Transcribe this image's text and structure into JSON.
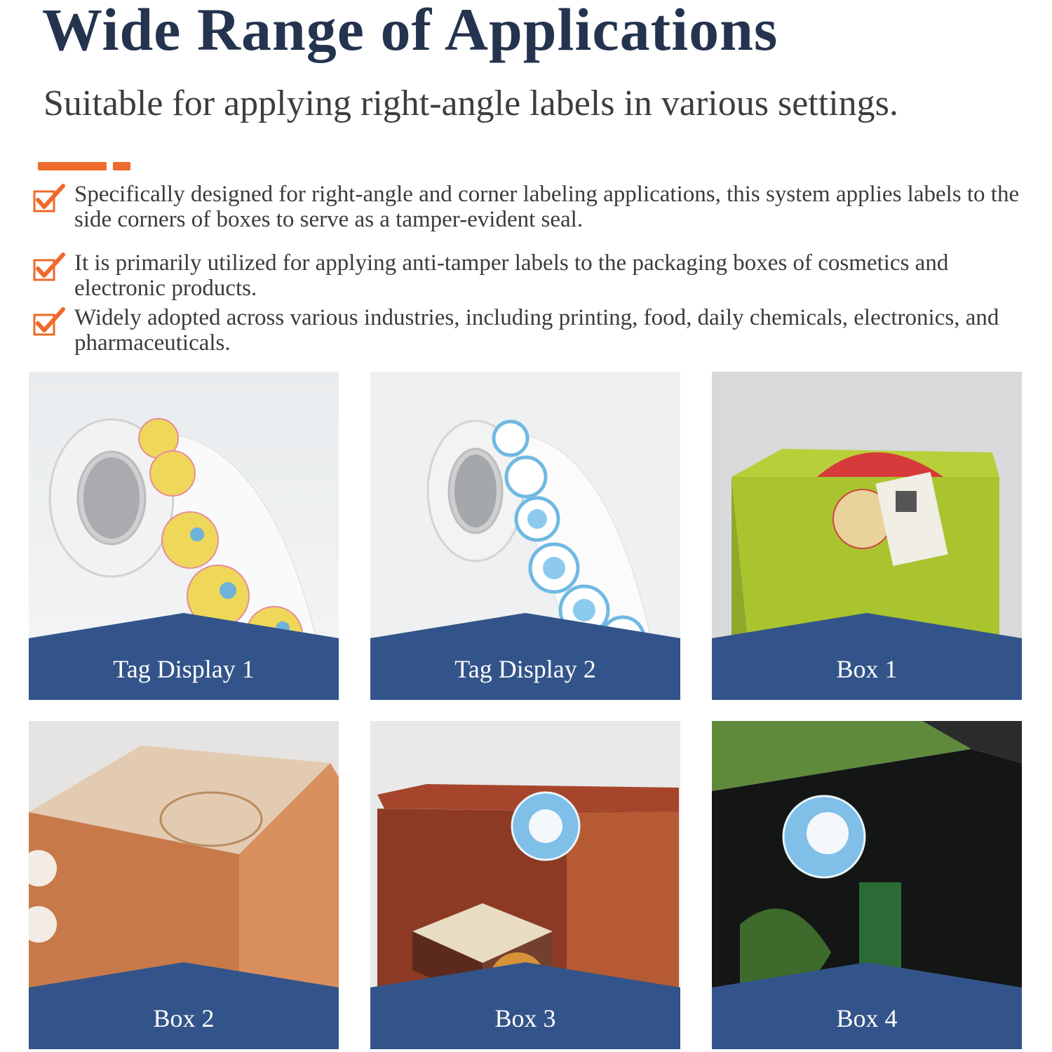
{
  "header": {
    "title": "Wide Range of Applications",
    "subtitle": "Suitable for applying right-angle labels in various settings."
  },
  "bullets": [
    "Specifically designed for right-angle and corner labeling applications, this system applies labels to the side corners of boxes to serve as a tamper-evident seal.",
    "It is primarily utilized for applying anti-tamper labels to the packaging boxes of cosmetics and electronic products.",
    "Widely adopted across various industries, including printing, food, daily chemicals, electronics, and pharmaceuticals."
  ],
  "tiles": [
    {
      "label": "Tag Display 1"
    },
    {
      "label": "Tag Display 2"
    },
    {
      "label": "Box 1"
    },
    {
      "label": "Box 2"
    },
    {
      "label": "Box 3"
    },
    {
      "label": "Box 4"
    }
  ],
  "colors": {
    "title": "#24344f",
    "accent": "#ee6a2a",
    "banner": "#33548a"
  },
  "icons": {
    "bullet": "checkbox-check-icon"
  }
}
